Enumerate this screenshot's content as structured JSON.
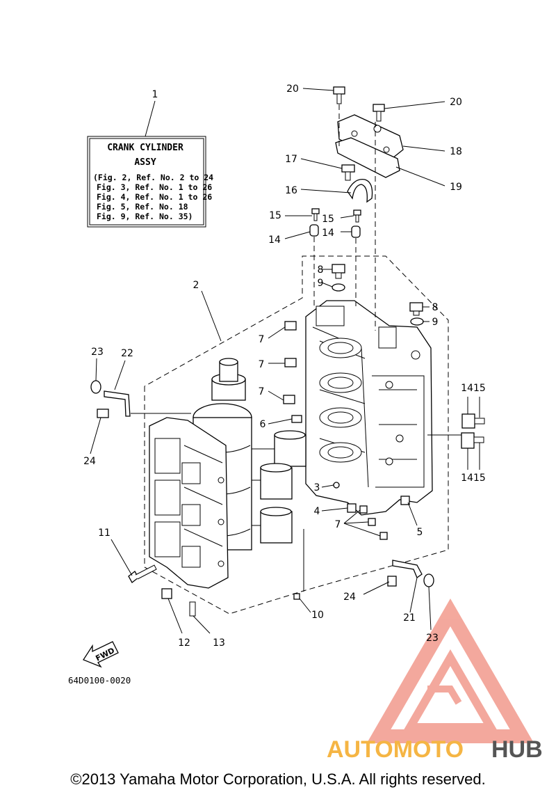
{
  "info_box": {
    "title_line1": "CRANK CYLINDER",
    "title_line2": "ASSY",
    "refs": [
      "(Fig. 2, Ref. No. 2 to 24",
      "Fig. 3, Ref. No. 1 to 26",
      "Fig. 4, Ref. No. 1 to 26",
      "Fig. 5, Ref. No. 18",
      "Fig. 9, Ref. No. 35)"
    ]
  },
  "callouts": [
    {
      "id": "c1",
      "text": "1"
    },
    {
      "id": "c2",
      "text": "2"
    },
    {
      "id": "c3",
      "text": "3"
    },
    {
      "id": "c4",
      "text": "4"
    },
    {
      "id": "c5",
      "text": "5"
    },
    {
      "id": "c6",
      "text": "6"
    },
    {
      "id": "c7a",
      "text": "7"
    },
    {
      "id": "c7b",
      "text": "7"
    },
    {
      "id": "c7c",
      "text": "7"
    },
    {
      "id": "c7d",
      "text": "7"
    },
    {
      "id": "c8a",
      "text": "8"
    },
    {
      "id": "c8b",
      "text": "8"
    },
    {
      "id": "c9a",
      "text": "9"
    },
    {
      "id": "c9b",
      "text": "9"
    },
    {
      "id": "c10",
      "text": "10"
    },
    {
      "id": "c11",
      "text": "11"
    },
    {
      "id": "c12",
      "text": "12"
    },
    {
      "id": "c13",
      "text": "13"
    },
    {
      "id": "c14a",
      "text": "14"
    },
    {
      "id": "c14b",
      "text": "14"
    },
    {
      "id": "c15a",
      "text": "15"
    },
    {
      "id": "c15b",
      "text": "15"
    },
    {
      "id": "c1415a",
      "text": "1415"
    },
    {
      "id": "c1415b",
      "text": "1415"
    },
    {
      "id": "c16",
      "text": "16"
    },
    {
      "id": "c17",
      "text": "17"
    },
    {
      "id": "c18",
      "text": "18"
    },
    {
      "id": "c19",
      "text": "19"
    },
    {
      "id": "c20a",
      "text": "20"
    },
    {
      "id": "c20b",
      "text": "20"
    },
    {
      "id": "c21",
      "text": "21"
    },
    {
      "id": "c22",
      "text": "22"
    },
    {
      "id": "c23a",
      "text": "23"
    },
    {
      "id": "c23b",
      "text": "23"
    },
    {
      "id": "c24a",
      "text": "24"
    },
    {
      "id": "c24b",
      "text": "24"
    }
  ],
  "fwd_label": "FWD",
  "diagram_code": "64D0100-0020",
  "copyright": "©2013 Yamaha Motor Corporation, U.S.A. All rights reserved.",
  "watermark": {
    "part1": "AUTOMOTO",
    "part2": "HUB",
    "color_primary": "#f08c7c",
    "color_secondary": "#f5b544",
    "color_hub": "#555555"
  }
}
